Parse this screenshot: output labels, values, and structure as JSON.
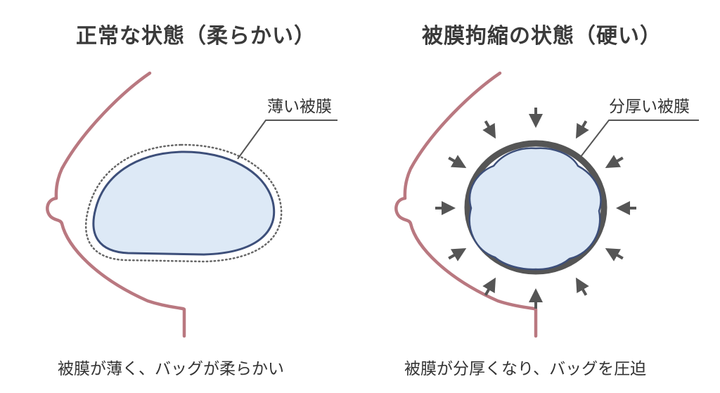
{
  "left_panel": {
    "title": "正常な状態（柔らかい）",
    "callout": "薄い被膜",
    "caption": "被膜が薄く、バッグが柔らかい"
  },
  "right_panel": {
    "title": "被膜拘縮の状態（硬い）",
    "callout": "分厚い被膜",
    "caption": "被膜が分厚くなり、バッグを圧迫"
  },
  "colors": {
    "breast_outline": "#b97880",
    "implant_fill": "#dde9f6",
    "implant_stroke": "#3d4f7a",
    "thin_capsule": "#666666",
    "thick_capsule": "#555555",
    "arrow": "#555555",
    "leader_line": "#555555"
  }
}
